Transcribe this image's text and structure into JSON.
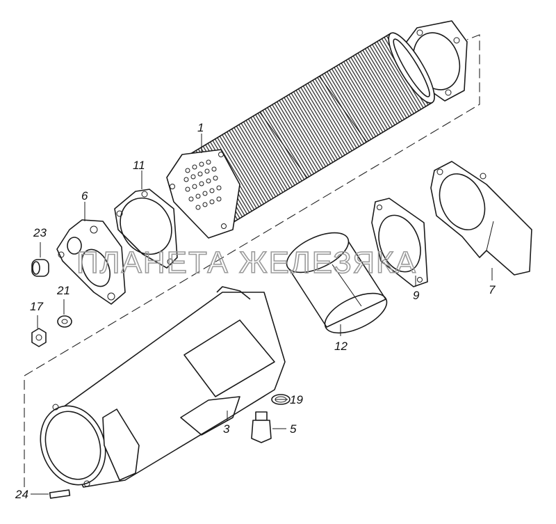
{
  "watermark": "ПЛАНЕТА ЖЕЛЕЗЯКА",
  "callouts": {
    "p1": "1",
    "p3": "3",
    "p5": "5",
    "p6": "6",
    "p7": "7",
    "p9": "9",
    "p11": "11",
    "p12": "12",
    "p17": "17",
    "p19": "19",
    "p21": "21",
    "p23": "23",
    "p24": "24"
  }
}
